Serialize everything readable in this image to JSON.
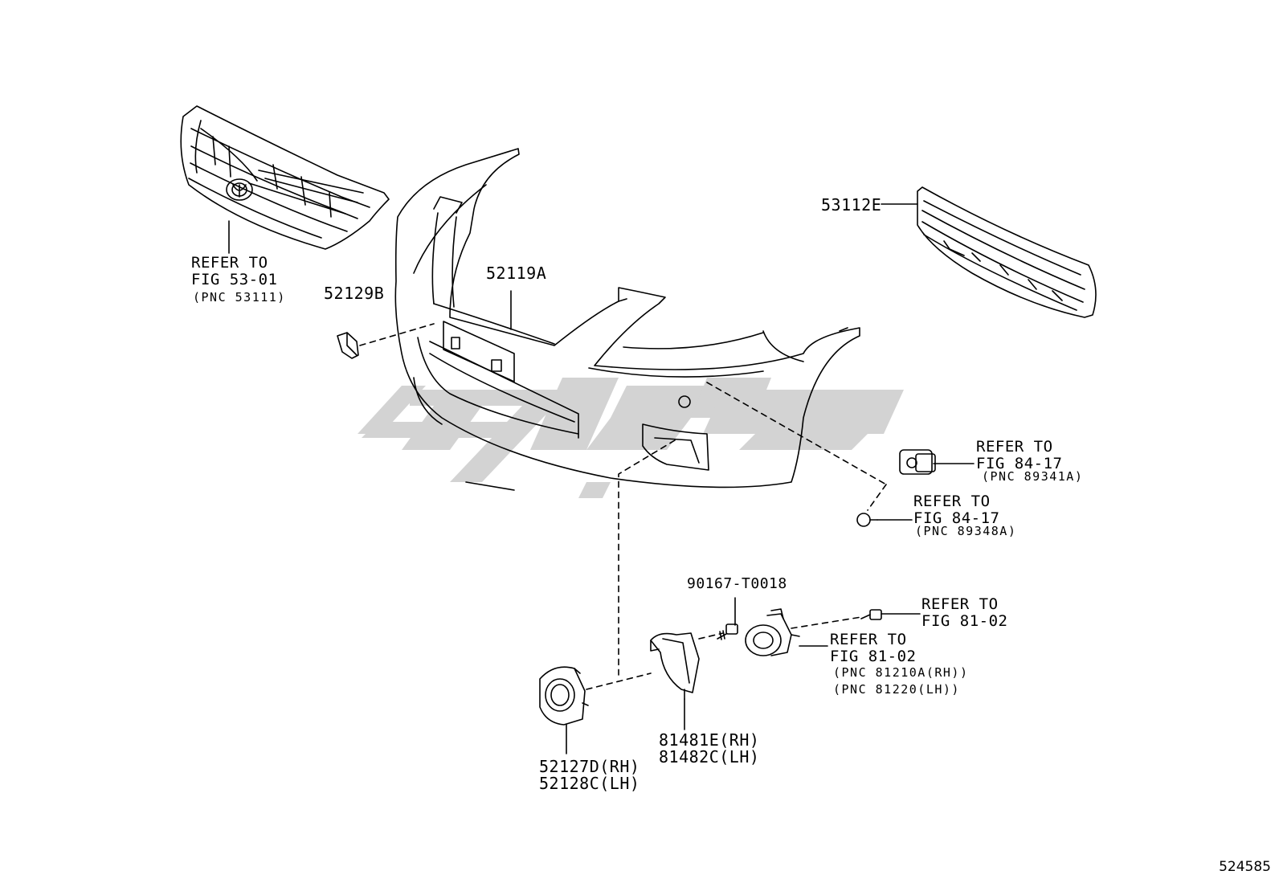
{
  "diagram_id": "524585",
  "colors": {
    "line": "#000000",
    "watermark": "#d3d3d3",
    "background": "#ffffff"
  },
  "watermark_name": "logo-watermark",
  "parts": {
    "grille_upper": {
      "ref_line1": "REFER TO",
      "ref_line2": "FIG 53-01",
      "pnc": "(PNC 53111)"
    },
    "p52129B": "52129B",
    "p52119A": "52119A",
    "p53112E": "53112E",
    "sensor_bracket": {
      "ref_line1": "REFER TO",
      "ref_line2": "FIG 84-17",
      "pnc": "(PNC 89341A)"
    },
    "sensor": {
      "ref_line1": "REFER TO",
      "ref_line2": "FIG 84-17",
      "pnc": "(PNC 89348A)"
    },
    "screw": "90167-T0018",
    "bulb": {
      "ref_line1": "REFER TO",
      "ref_line2": "FIG 81-02"
    },
    "fog_lamp": {
      "ref_line1": "REFER TO",
      "ref_line2": "FIG 81-02",
      "pnc1": "(PNC 81210A(RH))",
      "pnc2": "(PNC 81220(LH))"
    },
    "fog_bracket": {
      "rh": "81481E(RH)",
      "lh": "81482C(LH)"
    },
    "fog_cover": {
      "rh": "52127D(RH)",
      "lh": "52128C(LH)"
    }
  }
}
